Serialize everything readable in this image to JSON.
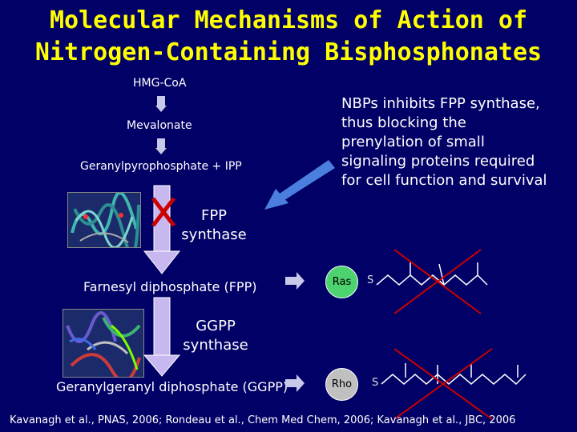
{
  "title": {
    "line1": "Molecular Mechanisms of Action of",
    "line2": "Nitrogen-Containing Bisphosphonates"
  },
  "pathway": {
    "hmgcoa": "HMG-CoA",
    "mevalonate": "Mevalonate",
    "gpp": "Geranylpyrophosphate + IPP",
    "fpp_synthase": "FPP\nsynthase",
    "fpp": "Farnesyl diphosphate (FPP)",
    "ggpp_synthase": "GGPP\nsynthase",
    "ggpp": "Geranylgeranyl diphosphate (GGPP)"
  },
  "description": "NBPs inhibits FPP synthase, thus blocking the prenylation of small signaling proteins required for cell function and survival",
  "proteins": {
    "ras": "Ras",
    "rho": "Rho",
    "s_label": "S"
  },
  "citation": "Kavanagh et al., PNAS, 2006; Rondeau et al., Chem Med Chem, 2006; Kavanagh et al., JBC, 2006",
  "colors": {
    "title": "#ffff00",
    "background": "#000066",
    "arrow": "#c8b8f0",
    "inhibit_x": "#cc0000",
    "ras": "#4cd26f",
    "rho": "#c0c0c0"
  }
}
